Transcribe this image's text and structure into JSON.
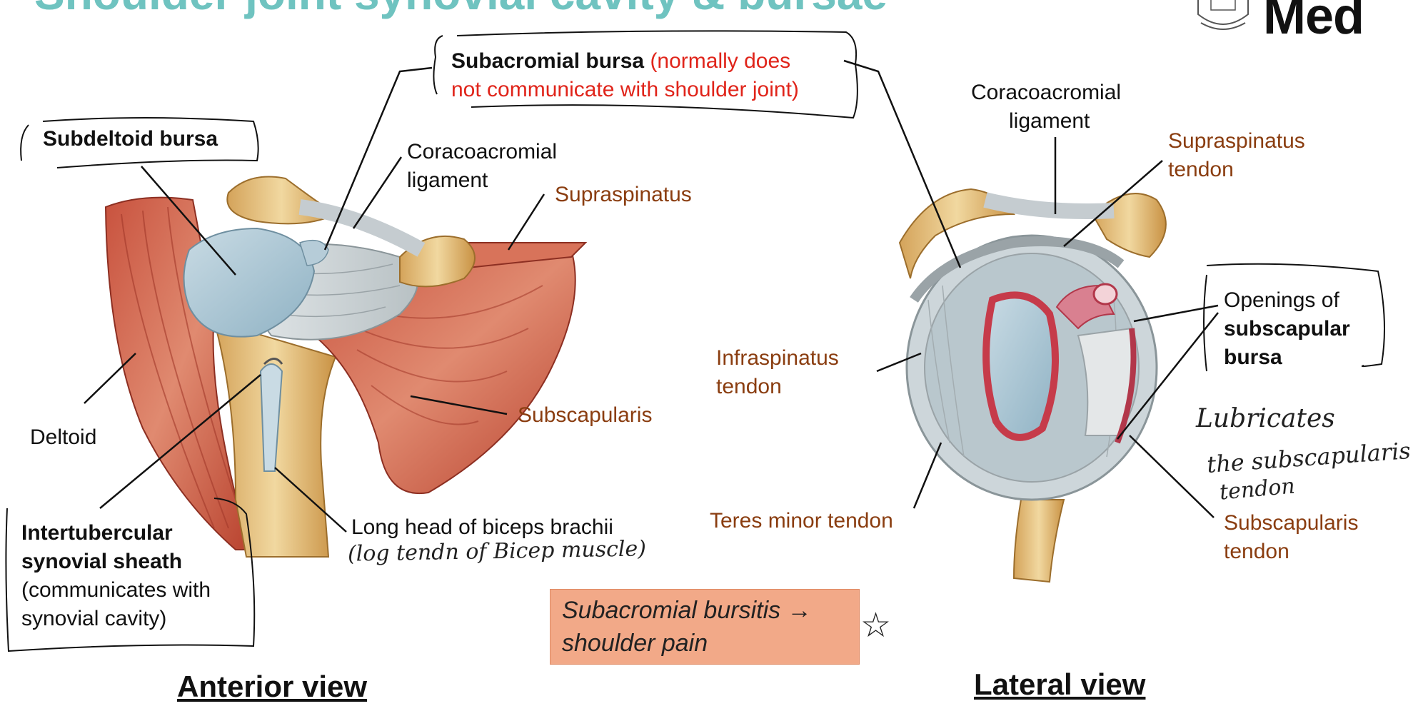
{
  "header": {
    "title": "Shoulder joint synovial cavity & bursae",
    "logo_text": "Med"
  },
  "labels": {
    "subacromial_bursa": "Subacromial bursa",
    "subacromial_note": "(normally does",
    "subacromial_note2": "not communicate with shoulder joint)",
    "subdeltoid_bursa": "Subdeltoid bursa",
    "coracoacromial_left_1": "Coracoacromial",
    "coracoacromial_left_2": "ligament",
    "supraspinatus": "Supraspinatus",
    "subscapularis": "Subscapularis",
    "deltoid": "Deltoid",
    "intertubercular_1": "Intertubercular",
    "intertubercular_2": "synovial sheath",
    "intertubercular_3": "(communicates with",
    "intertubercular_4": "synovial cavity)",
    "long_head": "Long head of biceps brachii",
    "long_head_note": "(log tendn of Bicep muscle)",
    "coracoacromial_right_1": "Coracoacromial",
    "coracoacromial_right_2": "ligament",
    "supraspinatus_tendon_1": "Supraspinatus",
    "supraspinatus_tendon_2": "tendon",
    "infraspinatus_tendon_1": "Infraspinatus",
    "infraspinatus_tendon_2": "tendon",
    "openings_1": "Openings of",
    "openings_2": "subscapular",
    "openings_3": "bursa",
    "lubricates_1": "Lubricates",
    "lubricates_2": "the subscapularis",
    "lubricates_3": "tendon",
    "teres_minor": "Teres minor tendon",
    "subscapularis_tendon_1": "Subscapularis",
    "subscapularis_tendon_2": "tendon"
  },
  "callout": {
    "line1": "Subacromial bursitis →",
    "line2": "shoulder pain",
    "star": "☆"
  },
  "views": {
    "anterior": "Anterior view",
    "lateral": "Lateral view"
  }
}
